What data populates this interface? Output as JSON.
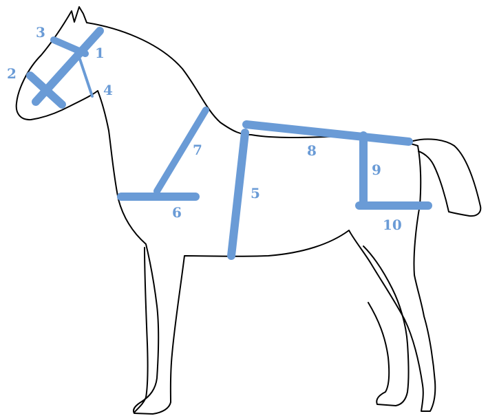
{
  "diagram": {
    "accent_color": "#6a9bd6",
    "outline_color": "#000000",
    "subject": "horse-silhouette",
    "measurements": [
      {
        "id": "m1",
        "label": "1"
      },
      {
        "id": "m2",
        "label": "2"
      },
      {
        "id": "m3",
        "label": "3"
      },
      {
        "id": "m4",
        "label": "4"
      },
      {
        "id": "m5",
        "label": "5"
      },
      {
        "id": "m6",
        "label": "6"
      },
      {
        "id": "m7",
        "label": "7"
      },
      {
        "id": "m8",
        "label": "8"
      },
      {
        "id": "m9",
        "label": "9"
      },
      {
        "id": "m10",
        "label": "10"
      }
    ]
  }
}
